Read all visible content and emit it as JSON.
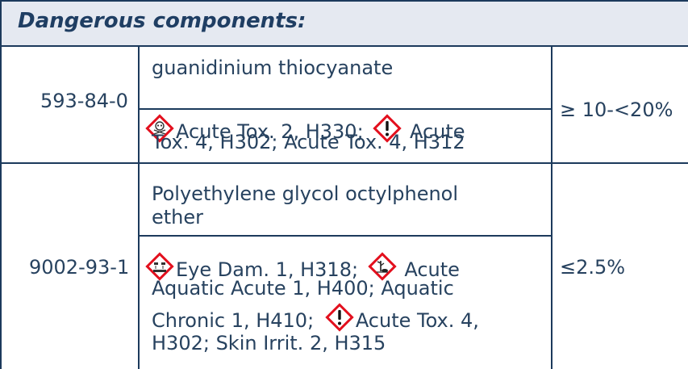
{
  "header": "Dangerous components:",
  "rows": [
    {
      "cas": "593-84-0",
      "name_lines": [
        "guanidinium thiocyanate"
      ],
      "hazard_line1_parts": [
        "Acute Tox. 2, H330;",
        "Acute"
      ],
      "hazard_lines_rest": [
        "Tox. 4, H302; Acute Tox. 4, H312"
      ],
      "concentration": "≥ 10-<20%"
    },
    {
      "cas": "9002-93-1",
      "name_lines": [
        "Polyethylene glycol octylphenol",
        "ether"
      ],
      "hazard_line1_parts": [
        "Eye Dam. 1, H318;",
        "Acute"
      ],
      "hazard_lines": [
        "Aquatic Acute 1, H400; Aquatic",
        "Chronic 1, H410;",
        "Acute Tox. 4,",
        "H302; Skin Irrit. 2, H315"
      ],
      "concentration": "≤2.5%"
    }
  ],
  "pictograms": [
    "skull-crossbones-icon",
    "exclamation-mark-icon",
    "corrosion-icon",
    "environment-icon"
  ],
  "colors": {
    "border": "#1c3a5c",
    "header_bg": "#e5e9f1",
    "text": "#27425f",
    "pictogram_border": "#e3101e"
  }
}
